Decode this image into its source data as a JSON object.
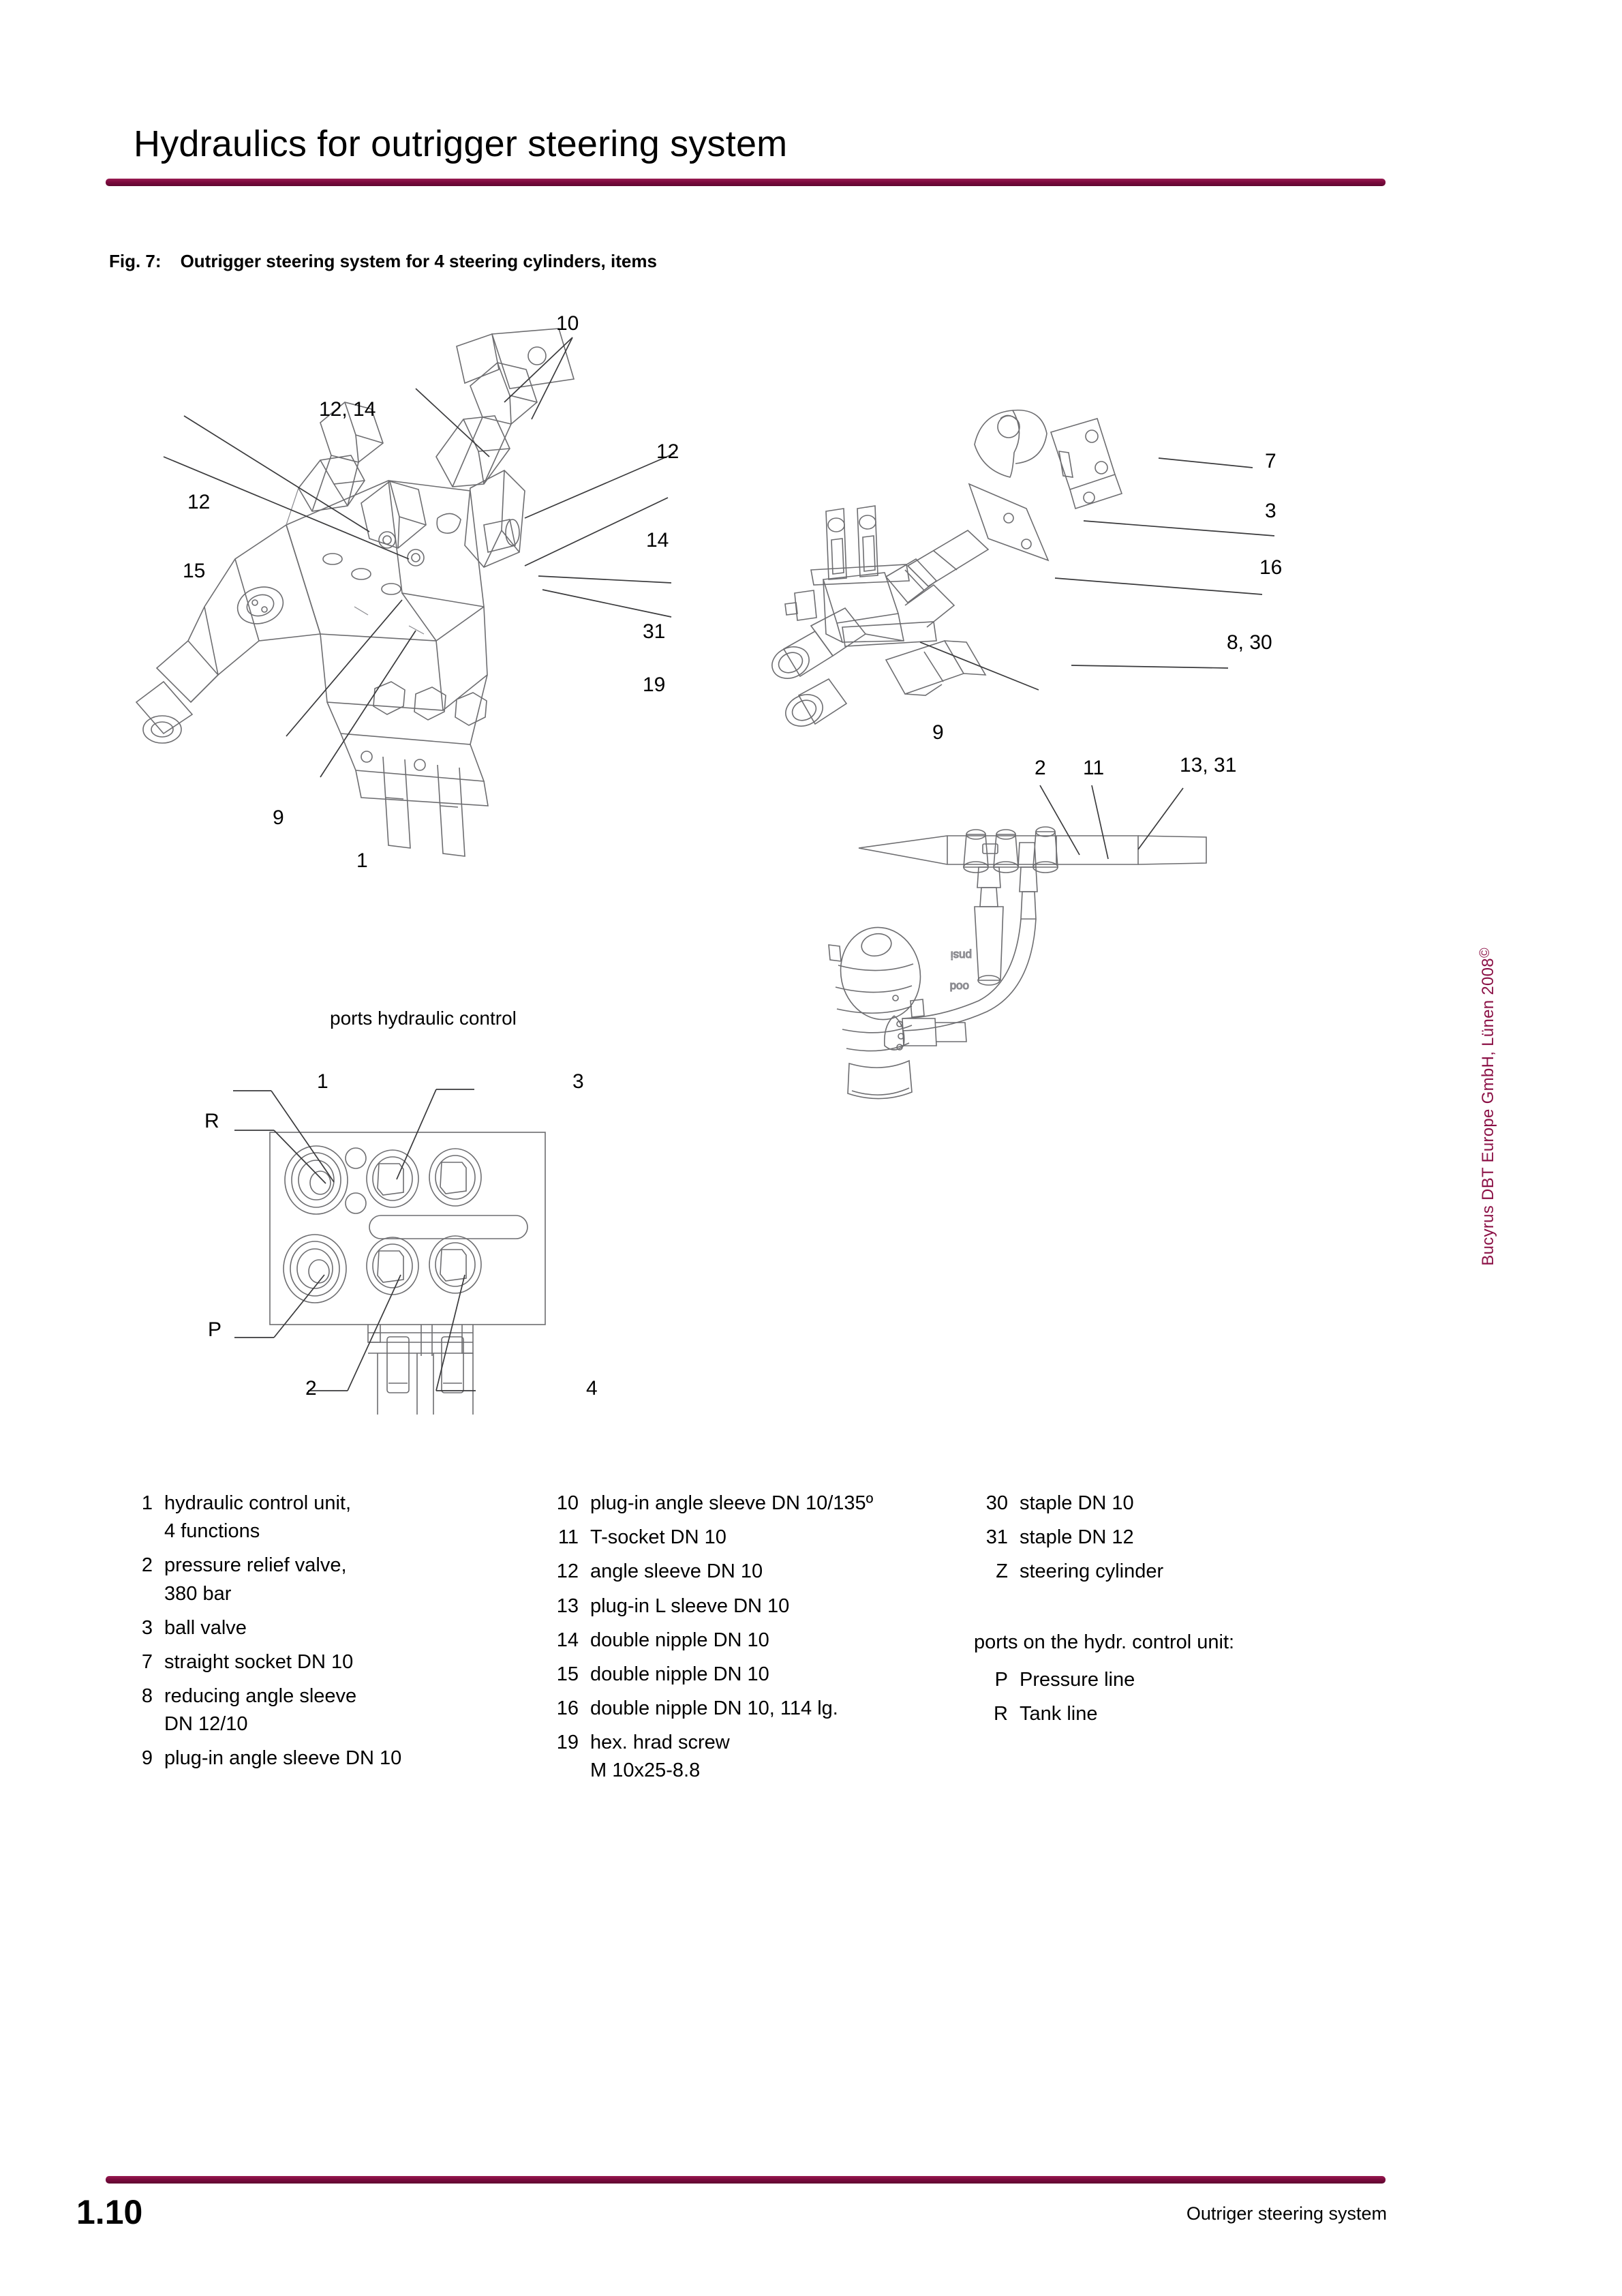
{
  "header": {
    "title": "Hydraulics for outrigger steering system",
    "rule_color": "#7d0b3e"
  },
  "figure": {
    "number": "Fig. 7:",
    "caption": "Outrigger steering system for 4 steering cylinders, items"
  },
  "diagram_main": {
    "callouts": [
      {
        "id": "c-10",
        "text": "10"
      },
      {
        "id": "c-12-14",
        "text": "12, 14"
      },
      {
        "id": "c-12r",
        "text": "12"
      },
      {
        "id": "c-12l",
        "text": "12"
      },
      {
        "id": "c-14",
        "text": "14"
      },
      {
        "id": "c-15",
        "text": "15"
      },
      {
        "id": "c-31",
        "text": "31"
      },
      {
        "id": "c-19",
        "text": "19"
      },
      {
        "id": "c-9",
        "text": "9"
      },
      {
        "id": "c-1",
        "text": "1"
      }
    ]
  },
  "diagram_right_top": {
    "callouts": [
      {
        "id": "r-7",
        "text": "7"
      },
      {
        "id": "r-3",
        "text": "3"
      },
      {
        "id": "r-16",
        "text": "16"
      },
      {
        "id": "r-8-30",
        "text": "8, 30"
      },
      {
        "id": "r-9",
        "text": "9"
      }
    ]
  },
  "diagram_joystick": {
    "callouts": [
      {
        "id": "j-2",
        "text": "2"
      },
      {
        "id": "j-11",
        "text": "11"
      },
      {
        "id": "j-13-31",
        "text": "13, 31"
      }
    ]
  },
  "diagram_ports": {
    "title": "ports hydraulic control",
    "callouts": [
      {
        "id": "p-1",
        "text": "1"
      },
      {
        "id": "p-3",
        "text": "3"
      },
      {
        "id": "p-R",
        "text": "R"
      },
      {
        "id": "p-P",
        "text": "P"
      },
      {
        "id": "p-2",
        "text": "2"
      },
      {
        "id": "p-4",
        "text": "4"
      }
    ]
  },
  "legend": {
    "column_1": [
      {
        "num": "1",
        "desc": "hydraulic control unit,\n4 functions"
      },
      {
        "num": "2",
        "desc": "pressure relief valve,\n380 bar"
      },
      {
        "num": "3",
        "desc": "ball valve"
      },
      {
        "num": "7",
        "desc": "straight socket DN 10"
      },
      {
        "num": "8",
        "desc": "reducing angle sleeve\nDN 12/10"
      },
      {
        "num": "9",
        "desc": "plug-in angle sleeve DN 10"
      }
    ],
    "column_2": [
      {
        "num": "10",
        "desc": "plug-in angle sleeve DN 10/135º"
      },
      {
        "num": "11",
        "desc": "T-socket DN 10"
      },
      {
        "num": "12",
        "desc": "angle sleeve DN 10"
      },
      {
        "num": "13",
        "desc": "plug-in L sleeve DN 10"
      },
      {
        "num": "14",
        "desc": "double nipple DN 10"
      },
      {
        "num": "15",
        "desc": "double nipple DN 10"
      },
      {
        "num": "16",
        "desc": "double nipple DN 10, 114 lg."
      },
      {
        "num": "19",
        "desc": "hex. hrad screw\nM 10x25-8.8"
      }
    ],
    "column_3": [
      {
        "num": "30",
        "desc": "staple DN 10"
      },
      {
        "num": "31",
        "desc": "staple DN 12"
      },
      {
        "num": "Z",
        "desc": "steering cylinder"
      }
    ],
    "ports_subheading": "ports on the hydr. control unit:",
    "ports": [
      {
        "key": "P",
        "desc": "Pressure line"
      },
      {
        "key": "R",
        "desc": "Tank line"
      }
    ]
  },
  "copyright": {
    "text": "Bucyrus DBT Europe GmbH, Lünen 2008",
    "mark": "©",
    "color": "#8b1045"
  },
  "footer": {
    "page_number": "1.10",
    "section": "Outriger steering system"
  }
}
